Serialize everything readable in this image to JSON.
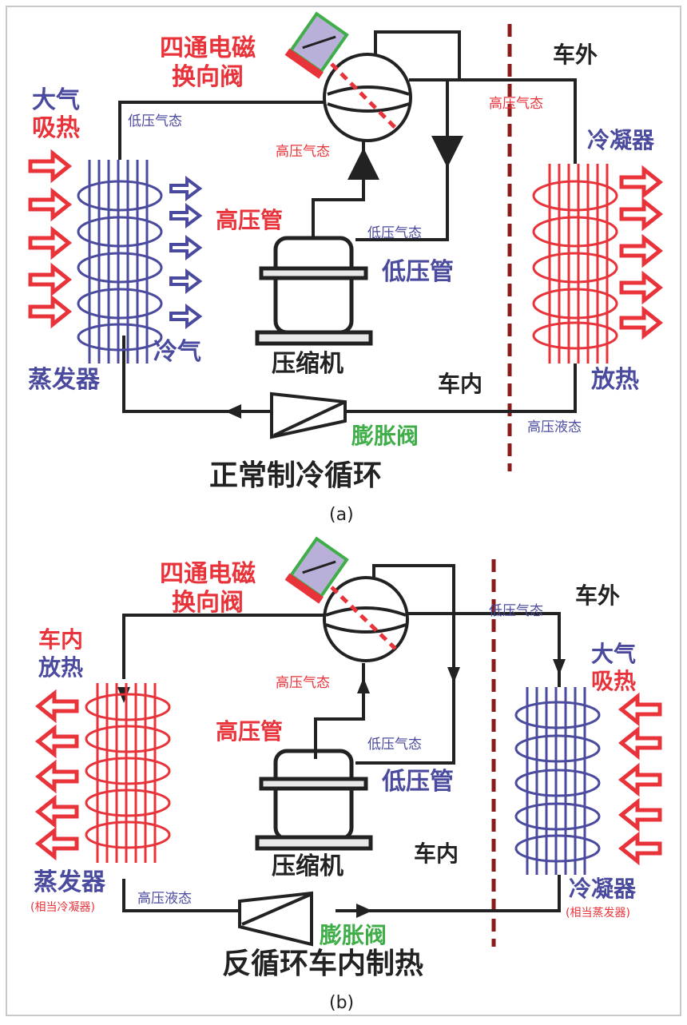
{
  "colors": {
    "hot": "#e8333a",
    "cold": "#4a4a9e",
    "pipe": "#222222",
    "valve": "#3fae49",
    "divider": "#8b1a1a"
  },
  "a": {
    "valve_label_1": "四通电磁",
    "valve_label_2": "换向阀",
    "outside": "车外",
    "inside": "车内",
    "left_top_1": "大气",
    "left_top_2": "吸热",
    "low_gas_left": "低压气态",
    "high_gas_top": "高压气态",
    "high_gas_mid": "高压气态",
    "condenser": "冷凝器",
    "high_pipe": "高压管",
    "low_gas_mid": "低压气态",
    "low_pipe": "低压管",
    "cold_air": "冷气",
    "evaporator": "蒸发器",
    "compressor": "压缩机",
    "heat_release": "放热",
    "high_liquid": "高压液态",
    "expansion_valve": "膨胀阀",
    "title": "正常制冷循环",
    "caption": "(a)"
  },
  "b": {
    "valve_label_1": "四通电磁",
    "valve_label_2": "换向阀",
    "outside": "车外",
    "inside": "车内",
    "low_gas_top": "低压气态",
    "left_top_1": "车内",
    "left_top_2": "放热",
    "right_top_1": "大气",
    "right_top_2": "吸热",
    "high_gas_mid": "高压气态",
    "high_pipe": "高压管",
    "low_gas_mid": "低压气态",
    "low_pipe": "低压管",
    "compressor": "压缩机",
    "evaporator": "蒸发器",
    "evaporator_note": "(相当冷凝器)",
    "high_liquid": "高压液态",
    "condenser": "冷凝器",
    "condenser_note": "(相当蒸发器)",
    "expansion_valve": "膨胀阀",
    "title": "反循环车内制热",
    "caption": "(b)"
  }
}
